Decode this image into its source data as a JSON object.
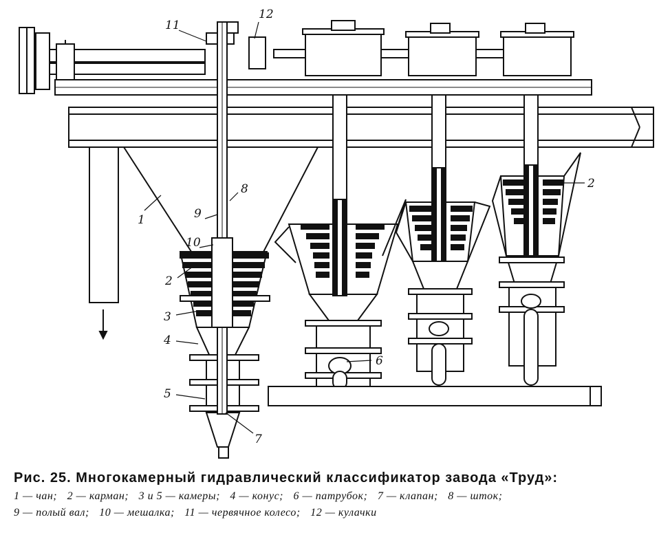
{
  "figure": {
    "title": "Рис. 25. Многокамерный гидравлический классификатор завода «Труд»:",
    "legend_line1": [
      "1 — чан;",
      "2 — карман;",
      "3 и 5 — камеры;",
      "4 — конус;",
      "6 — патрубок;",
      "7 — клапан;",
      "8 — шток;"
    ],
    "legend_line2": [
      "9 — полый вал;",
      "10 — мешалка;",
      "11 — червячное колесо;",
      "12 — кулачки"
    ],
    "callouts": {
      "c1": "1",
      "c2a": "2",
      "c2b": "2",
      "c3": "3",
      "c4": "4",
      "c5": "5",
      "c6": "6",
      "c7": "7",
      "c8": "8",
      "c9": "9",
      "c10": "10",
      "c11": "11",
      "c12": "12"
    }
  }
}
